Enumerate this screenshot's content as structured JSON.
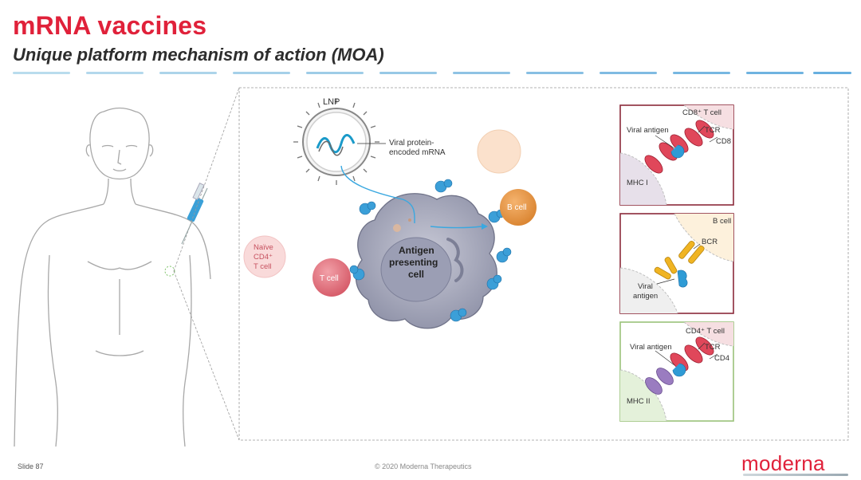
{
  "slide": {
    "title": "mRNA vaccines",
    "subtitle": "Unique platform mechanism of action (MOA)",
    "slide_number": "Slide 87",
    "copyright": "© 2020 Moderna Therapeutics",
    "brand": "moderna",
    "accent": "#e0213a"
  },
  "figure": {
    "lnp_label": "LNP",
    "mrna_label_line1": "Viral protein-",
    "mrna_label_line2": "encoded mRNA",
    "apc_line1": "Antigen",
    "apc_line2": "presenting",
    "apc_line3": "cell",
    "b_cell": "B cell",
    "t_cell": "T cell",
    "naive_line1": "Naïve",
    "naive_line2": "CD4⁺",
    "naive_line3": "T cell"
  },
  "panels": {
    "cd8": {
      "title": "CD8⁺ T cell",
      "antigen": "Viral antigen",
      "tcr": "TCR",
      "co": "CD8",
      "mhc": "MHC I",
      "border": "#8b2a3a"
    },
    "bcell": {
      "title": "B cell",
      "receptor": "BCR",
      "antigen_line1": "Viral",
      "antigen_line2": "antigen",
      "border": "#8b2a3a"
    },
    "cd4": {
      "title": "CD4⁺ T cell",
      "antigen": "Viral antigen",
      "tcr": "TCR",
      "co": "CD4",
      "mhc": "MHC II",
      "border": "#9ac27a"
    }
  }
}
